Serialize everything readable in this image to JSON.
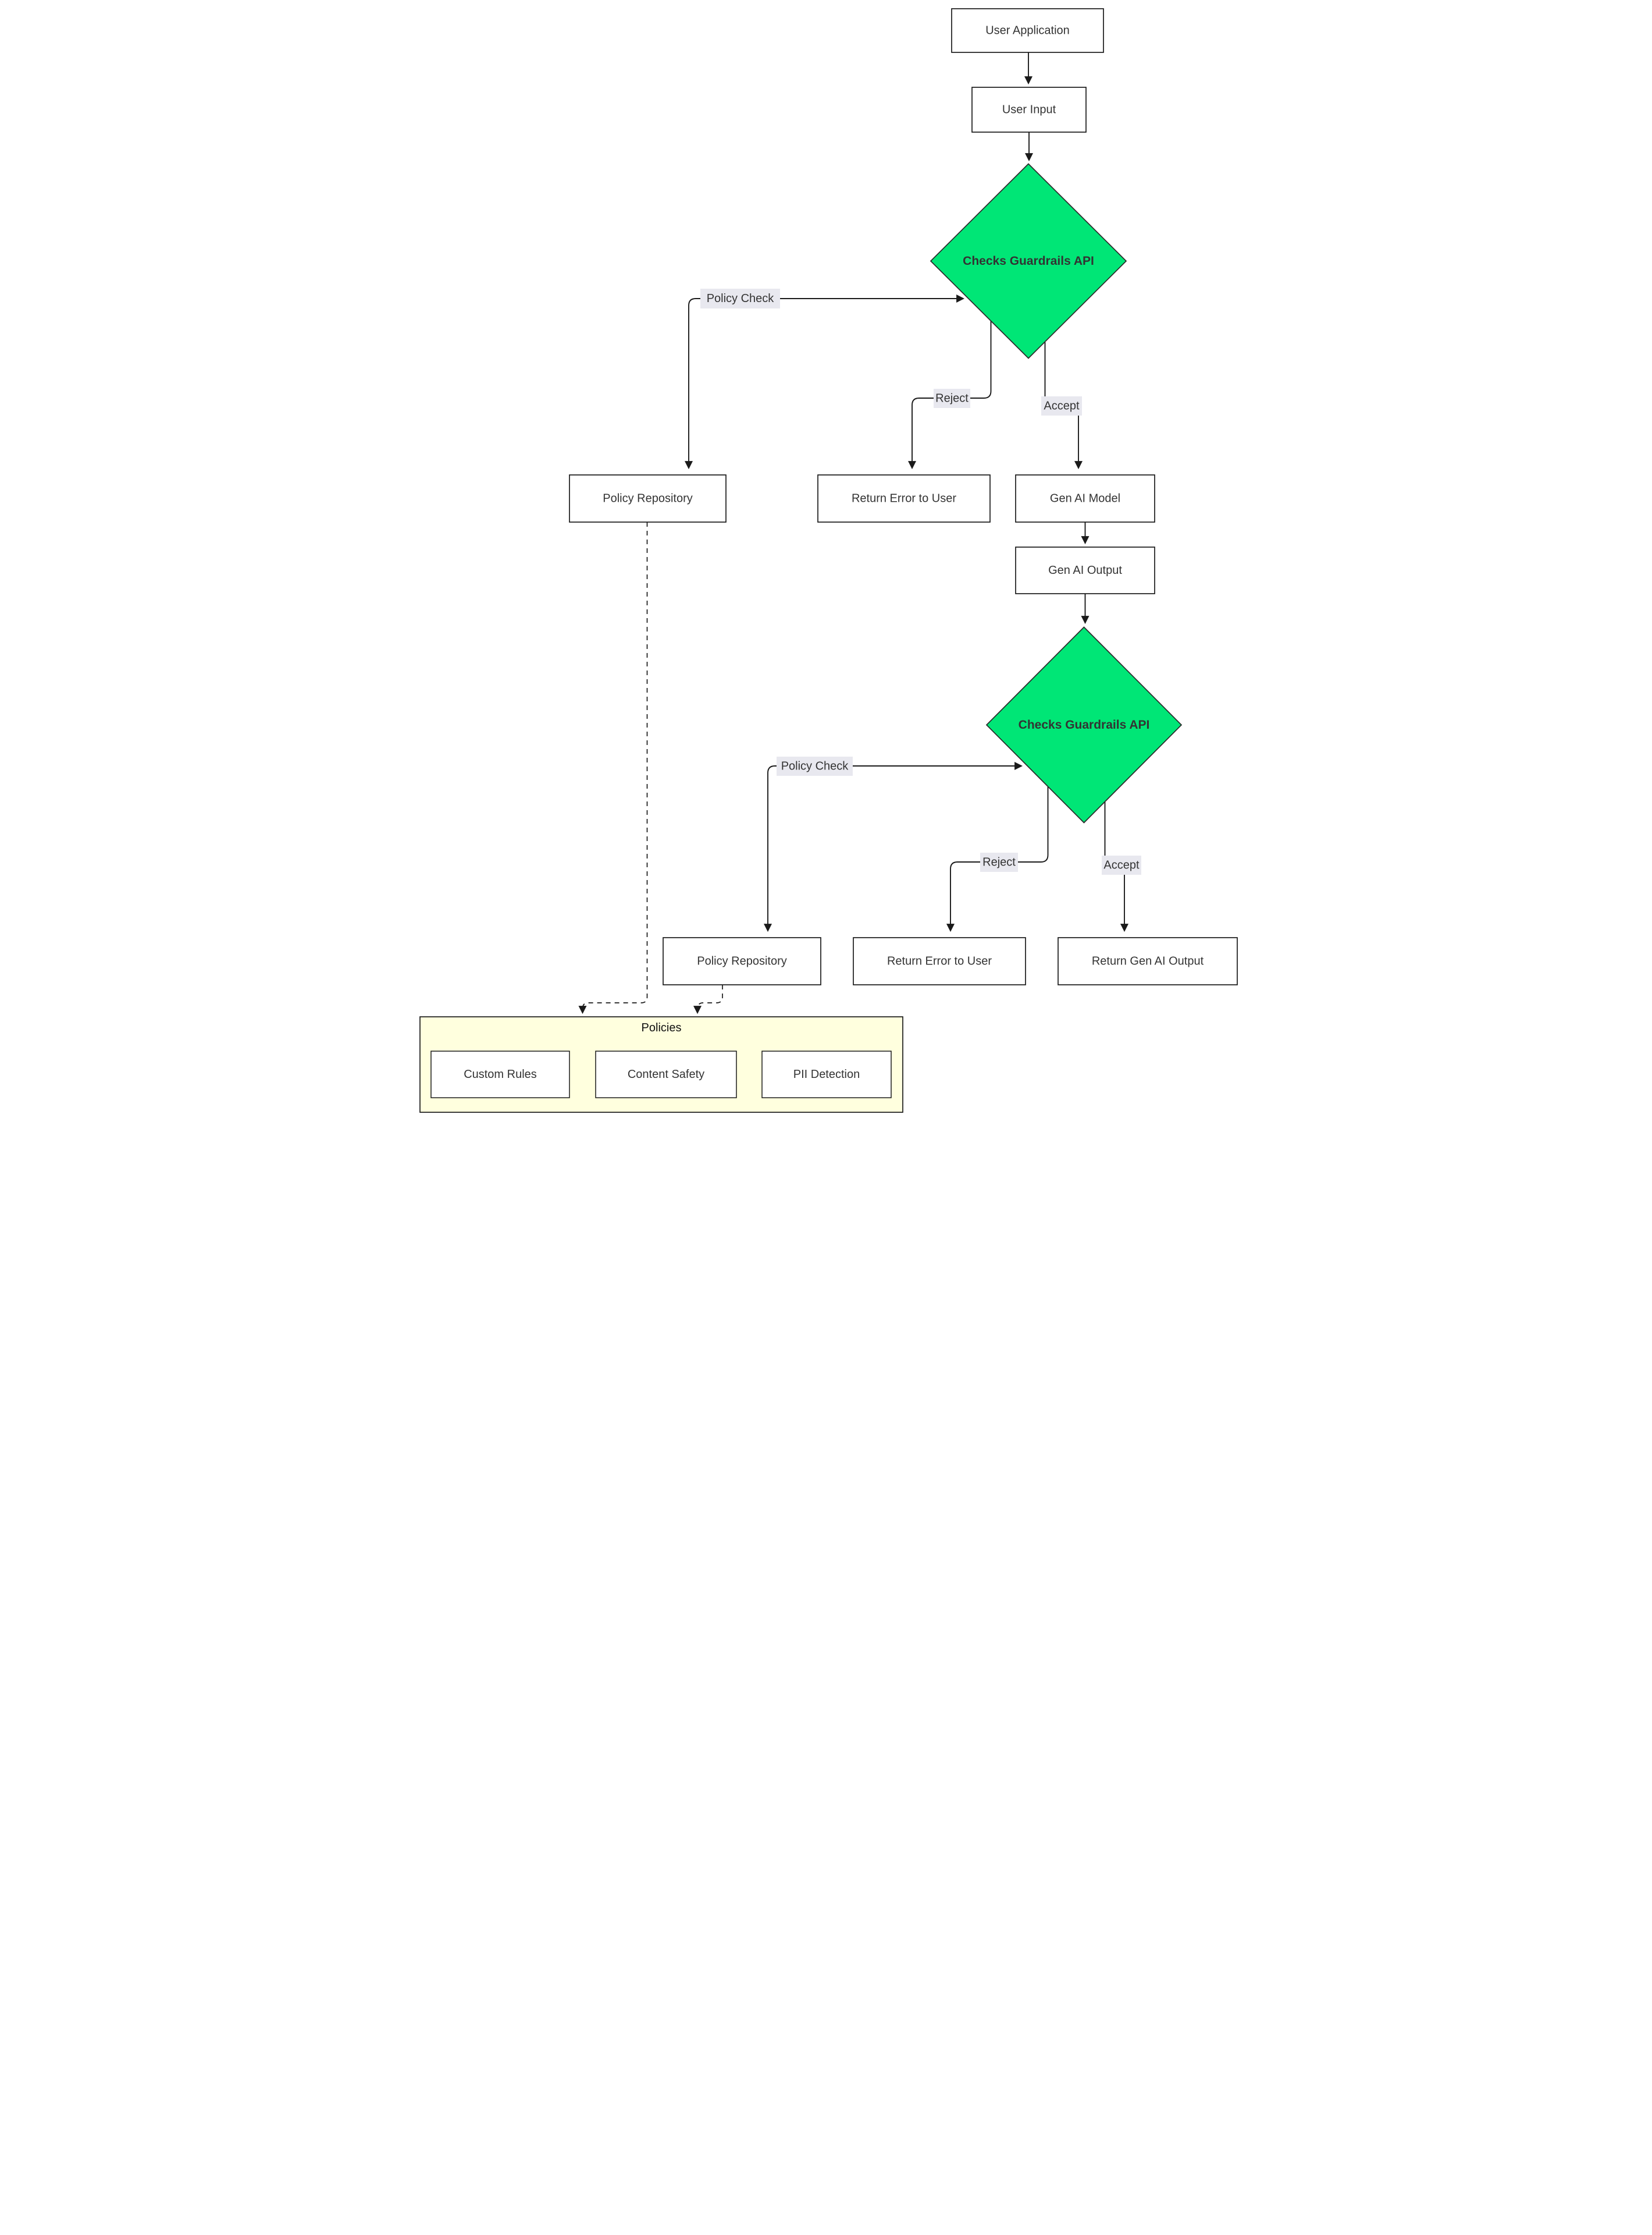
{
  "diagram": {
    "type": "flowchart",
    "nodes": {
      "user_application": {
        "label": "User Application"
      },
      "user_input": {
        "label": "User Input"
      },
      "guardrails_input_check": {
        "label": "Checks Guardrails API"
      },
      "policy_repository_1": {
        "label": "Policy Repository"
      },
      "return_error_1": {
        "label": "Return Error to User"
      },
      "gen_ai_model": {
        "label": "Gen AI Model"
      },
      "gen_ai_output": {
        "label": "Gen AI Output"
      },
      "guardrails_output_check": {
        "label": "Checks Guardrails API"
      },
      "policy_repository_2": {
        "label": "Policy Repository"
      },
      "return_error_2": {
        "label": "Return Error to User"
      },
      "return_gen_ai_output": {
        "label": "Return Gen AI Output"
      }
    },
    "edge_labels": {
      "policy_check_1": "Policy Check",
      "reject_1": "Reject",
      "accept_1": "Accept",
      "policy_check_2": "Policy Check",
      "reject_2": "Reject",
      "accept_2": "Accept"
    },
    "policies_group": {
      "title": "Policies",
      "items": [
        {
          "label": "Custom Rules"
        },
        {
          "label": "Content Safety"
        },
        {
          "label": "PII Detection"
        }
      ]
    },
    "colors": {
      "decision_fill": "#00e676",
      "node_fill": "#ffffff",
      "node_border": "#1a1a1a",
      "edge": "#1a1a1a",
      "edge_label_bg": "#e8e8ef",
      "group_fill": "#ffffde",
      "text": "#333333"
    }
  }
}
